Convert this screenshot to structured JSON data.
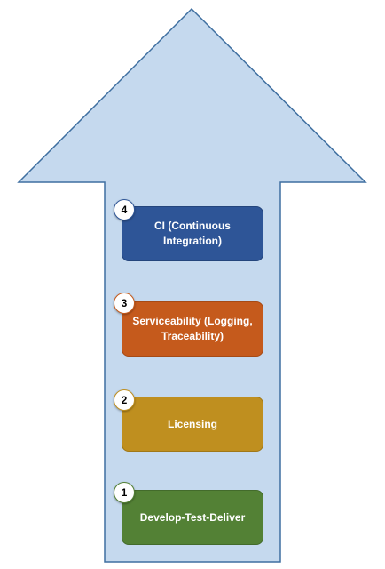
{
  "diagram": {
    "arrow": {
      "fill": "#c5d9ee",
      "stroke": "#3f6fa0"
    },
    "steps": [
      {
        "number": "4",
        "label": "CI (Continuous Integration)",
        "fill": "#2e5597",
        "stroke": "#24457c",
        "badge_border": "#2e5597"
      },
      {
        "number": "3",
        "label": "Serviceability (Logging, Traceability)",
        "fill": "#c55a1c",
        "stroke": "#a64a15",
        "badge_border": "#c55a1c"
      },
      {
        "number": "2",
        "label": "Licensing",
        "fill": "#bf8f1f",
        "stroke": "#a07818",
        "badge_border": "#bf8f1f"
      },
      {
        "number": "1",
        "label": "Develop-Test-Deliver",
        "fill": "#538135",
        "stroke": "#436b2b",
        "badge_border": "#538135"
      }
    ]
  }
}
